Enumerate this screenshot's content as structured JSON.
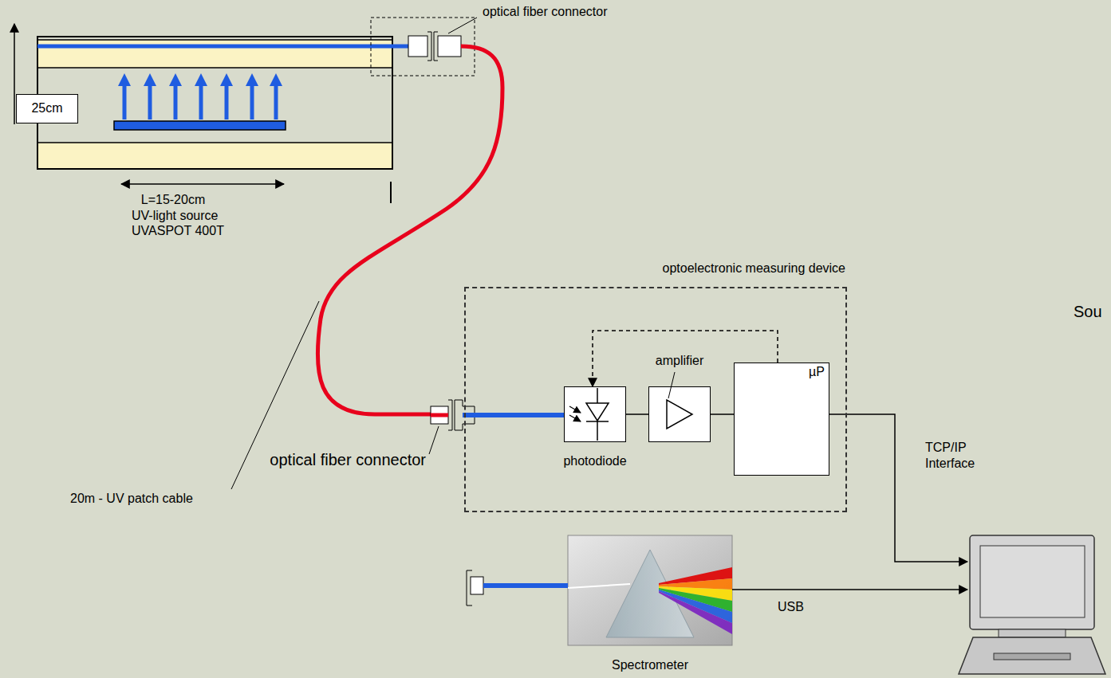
{
  "diagram": {
    "nodes": [
      {
        "text": [
          "25cm"
        ]
      },
      {
        "text": [
          "optoelectronic measuring device"
        ]
      },
      {
        "text": [
          "photodiode"
        ],
        "in": 1
      },
      {
        "text": [
          "amplifier"
        ],
        "in": 1
      },
      {
        "text": [
          "µP"
        ],
        "in": 1
      },
      {
        "text": [
          "Spectrometer"
        ]
      }
    ],
    "edges": [
      {
        "from": 2,
        "to": 3,
        "arrow": "none"
      },
      {
        "from": 3,
        "to": 4,
        "arrow": "none"
      },
      {
        "from": 4,
        "to": 2,
        "arrow": "to"
      }
    ],
    "labels": [
      "optical fiber connector",
      "L=15-20cm",
      "UV-light source",
      "UVASPOT 400T",
      "20m - UV patch cable",
      "optical fiber connector",
      "TCP/IP",
      "Interface",
      "USB",
      "Sou"
    ]
  }
}
